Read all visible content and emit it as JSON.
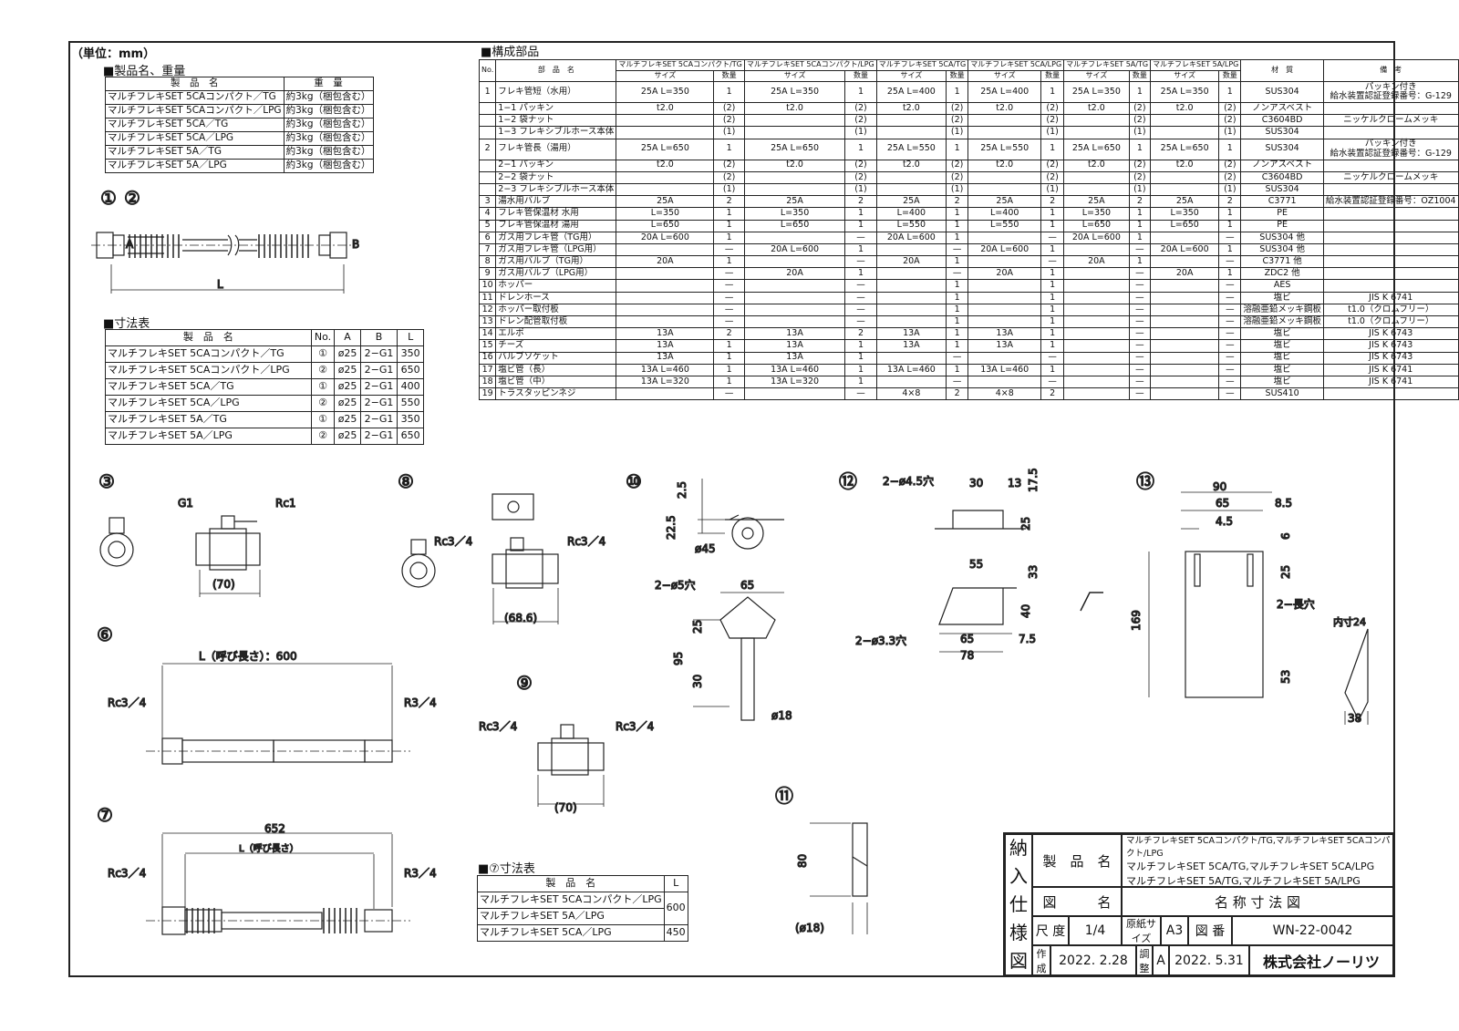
{
  "unit": "（単位：mm）",
  "weight_section": {
    "title": "■製品名、重量",
    "headers": [
      "製　品　名",
      "重　量"
    ],
    "rows": [
      [
        "マルチフレキSET 5CAコンパクト／TG",
        "約3kg（梱包含む）"
      ],
      [
        "マルチフレキSET 5CAコンパクト／LPG",
        "約3kg（梱包含む）"
      ],
      [
        "マルチフレキSET 5CA／TG",
        "約3kg（梱包含む）"
      ],
      [
        "マルチフレキSET 5CA／LPG",
        "約3kg（梱包含む）"
      ],
      [
        "マルチフレキSET 5A／TG",
        "約3kg（梱包含む）"
      ],
      [
        "マルチフレキSET 5A／LPG",
        "約3kg（梱包含む）"
      ]
    ]
  },
  "dim_section": {
    "title": "■寸法表",
    "headers": [
      "製　品　名",
      "No.",
      "A",
      "B",
      "L"
    ],
    "rows": [
      [
        "マルチフレキSET 5CAコンパクト／TG",
        "①",
        "ø25",
        "2−G1",
        "350"
      ],
      [
        "マルチフレキSET 5CAコンパクト／LPG",
        "②",
        "ø25",
        "2−G1",
        "650"
      ],
      [
        "マルチフレキSET 5CA／TG",
        "①",
        "ø25",
        "2−G1",
        "400"
      ],
      [
        "マルチフレキSET 5CA／LPG",
        "②",
        "ø25",
        "2−G1",
        "550"
      ],
      [
        "マルチフレキSET 5A／TG",
        "①",
        "ø25",
        "2−G1",
        "350"
      ],
      [
        "マルチフレキSET 5A／LPG",
        "②",
        "ø25",
        "2−G1",
        "650"
      ]
    ]
  },
  "parts_section": {
    "title": "■構成部品",
    "col_no": "No.",
    "col_name": "部　品　名",
    "col_size": "サイズ",
    "col_qty": "数量",
    "col_material": "材　質",
    "col_note": "備　考",
    "products": [
      "マルチフレキSET 5CAコンパクト/TG",
      "マルチフレキSET 5CAコンパクト/LPG",
      "マルチフレキSET 5CA/TG",
      "マルチフレキSET 5CA/LPG",
      "マルチフレキSET 5A/TG",
      "マルチフレキSET 5A/LPG"
    ],
    "rows": [
      {
        "no": "1",
        "name": "フレキ管短（水用）",
        "tall": true,
        "cells": [
          [
            "25A L=350",
            "1"
          ],
          [
            "25A L=350",
            "1"
          ],
          [
            "25A L=400",
            "1"
          ],
          [
            "25A L=400",
            "1"
          ],
          [
            "25A L=350",
            "1"
          ],
          [
            "25A L=350",
            "1"
          ]
        ],
        "material": "SUS304",
        "note": "パッキン付き\n給水装置認証登録番号：G-129"
      },
      {
        "no": "",
        "name": "1−1 パッキン",
        "cells": [
          [
            "t2.0",
            "(2)"
          ],
          [
            "t2.0",
            "(2)"
          ],
          [
            "t2.0",
            "(2)"
          ],
          [
            "t2.0",
            "(2)"
          ],
          [
            "t2.0",
            "(2)"
          ],
          [
            "t2.0",
            "(2)"
          ]
        ],
        "material": "ノンアスベスト",
        "note": ""
      },
      {
        "no": "",
        "name": "1−2 袋ナット",
        "cells": [
          [
            "",
            "(2)"
          ],
          [
            "",
            "(2)"
          ],
          [
            "",
            "(2)"
          ],
          [
            "",
            "(2)"
          ],
          [
            "",
            "(2)"
          ],
          [
            "",
            "(2)"
          ]
        ],
        "material": "C3604BD",
        "note": "ニッケルクロームメッキ"
      },
      {
        "no": "",
        "name": "1−3 フレキシブルホース本体",
        "cells": [
          [
            "",
            "(1)"
          ],
          [
            "",
            "(1)"
          ],
          [
            "",
            "(1)"
          ],
          [
            "",
            "(1)"
          ],
          [
            "",
            "(1)"
          ],
          [
            "",
            "(1)"
          ]
        ],
        "material": "SUS304",
        "note": ""
      },
      {
        "no": "2",
        "name": "フレキ管長（湯用）",
        "tall": true,
        "cells": [
          [
            "25A L=650",
            "1"
          ],
          [
            "25A L=650",
            "1"
          ],
          [
            "25A L=550",
            "1"
          ],
          [
            "25A L=550",
            "1"
          ],
          [
            "25A L=650",
            "1"
          ],
          [
            "25A L=650",
            "1"
          ]
        ],
        "material": "SUS304",
        "note": "パッキン付き\n給水装置認証登録番号：G-129"
      },
      {
        "no": "",
        "name": "2−1 パッキン",
        "cells": [
          [
            "t2.0",
            "(2)"
          ],
          [
            "t2.0",
            "(2)"
          ],
          [
            "t2.0",
            "(2)"
          ],
          [
            "t2.0",
            "(2)"
          ],
          [
            "t2.0",
            "(2)"
          ],
          [
            "t2.0",
            "(2)"
          ]
        ],
        "material": "ノンアスベスト",
        "note": ""
      },
      {
        "no": "",
        "name": "2−2 袋ナット",
        "cells": [
          [
            "",
            "(2)"
          ],
          [
            "",
            "(2)"
          ],
          [
            "",
            "(2)"
          ],
          [
            "",
            "(2)"
          ],
          [
            "",
            "(2)"
          ],
          [
            "",
            "(2)"
          ]
        ],
        "material": "C3604BD",
        "note": "ニッケルクロームメッキ"
      },
      {
        "no": "",
        "name": "2−3 フレキシブルホース本体",
        "cells": [
          [
            "",
            "(1)"
          ],
          [
            "",
            "(1)"
          ],
          [
            "",
            "(1)"
          ],
          [
            "",
            "(1)"
          ],
          [
            "",
            "(1)"
          ],
          [
            "",
            "(1)"
          ]
        ],
        "material": "SUS304",
        "note": ""
      },
      {
        "no": "3",
        "name": "湯水用バルブ",
        "cells": [
          [
            "25A",
            "2"
          ],
          [
            "25A",
            "2"
          ],
          [
            "25A",
            "2"
          ],
          [
            "25A",
            "2"
          ],
          [
            "25A",
            "2"
          ],
          [
            "25A",
            "2"
          ]
        ],
        "material": "C3771",
        "note": "給水装置認証登録番号：OZ1004"
      },
      {
        "no": "4",
        "name": "フレキ管保温材 水用",
        "cells": [
          [
            "L=350",
            "1"
          ],
          [
            "L=350",
            "1"
          ],
          [
            "L=400",
            "1"
          ],
          [
            "L=400",
            "1"
          ],
          [
            "L=350",
            "1"
          ],
          [
            "L=350",
            "1"
          ]
        ],
        "material": "PE",
        "note": ""
      },
      {
        "no": "5",
        "name": "フレキ管保温材 湯用",
        "cells": [
          [
            "L=650",
            "1"
          ],
          [
            "L=650",
            "1"
          ],
          [
            "L=550",
            "1"
          ],
          [
            "L=550",
            "1"
          ],
          [
            "L=650",
            "1"
          ],
          [
            "L=650",
            "1"
          ]
        ],
        "material": "PE",
        "note": ""
      },
      {
        "no": "6",
        "name": "ガス用フレキ管（TG用）",
        "cells": [
          [
            "20A L=600",
            "1"
          ],
          [
            "",
            "—"
          ],
          [
            "20A L=600",
            "1"
          ],
          [
            "",
            "—"
          ],
          [
            "20A L=600",
            "1"
          ],
          [
            "",
            "—"
          ]
        ],
        "material": "SUS304 他",
        "note": ""
      },
      {
        "no": "7",
        "name": "ガス用フレキ管（LPG用）",
        "cells": [
          [
            "",
            "—"
          ],
          [
            "20A L=600",
            "1"
          ],
          [
            "",
            "—"
          ],
          [
            "20A L=600",
            "1"
          ],
          [
            "",
            "—"
          ],
          [
            "20A L=600",
            "1"
          ]
        ],
        "material": "SUS304 他",
        "note": ""
      },
      {
        "no": "8",
        "name": "ガス用バルブ（TG用）",
        "cells": [
          [
            "20A",
            "1"
          ],
          [
            "",
            "—"
          ],
          [
            "20A",
            "1"
          ],
          [
            "",
            "—"
          ],
          [
            "20A",
            "1"
          ],
          [
            "",
            "—"
          ]
        ],
        "material": "C3771 他",
        "note": ""
      },
      {
        "no": "9",
        "name": "ガス用バルブ（LPG用）",
        "cells": [
          [
            "",
            "—"
          ],
          [
            "20A",
            "1"
          ],
          [
            "",
            "—"
          ],
          [
            "20A",
            "1"
          ],
          [
            "",
            "—"
          ],
          [
            "20A",
            "1"
          ]
        ],
        "material": "ZDC2 他",
        "note": ""
      },
      {
        "no": "10",
        "name": "ホッパー",
        "cells": [
          [
            "",
            "—"
          ],
          [
            "",
            "—"
          ],
          [
            "",
            "1"
          ],
          [
            "",
            "1"
          ],
          [
            "",
            "—"
          ],
          [
            "",
            "—"
          ]
        ],
        "material": "AES",
        "note": ""
      },
      {
        "no": "11",
        "name": "ドレンホース",
        "cells": [
          [
            "",
            "—"
          ],
          [
            "",
            "—"
          ],
          [
            "",
            "1"
          ],
          [
            "",
            "1"
          ],
          [
            "",
            "—"
          ],
          [
            "",
            "—"
          ]
        ],
        "material": "塩ビ",
        "note": "JIS K 6741"
      },
      {
        "no": "12",
        "name": "ホッパー取付板",
        "cells": [
          [
            "",
            "—"
          ],
          [
            "",
            "—"
          ],
          [
            "",
            "1"
          ],
          [
            "",
            "1"
          ],
          [
            "",
            "—"
          ],
          [
            "",
            "—"
          ]
        ],
        "material": "溶融亜鉛メッキ鋼板",
        "note": "t1.0（クロムフリー）"
      },
      {
        "no": "13",
        "name": "ドレン配管取付板",
        "cells": [
          [
            "",
            "—"
          ],
          [
            "",
            "—"
          ],
          [
            "",
            "1"
          ],
          [
            "",
            "1"
          ],
          [
            "",
            "—"
          ],
          [
            "",
            "—"
          ]
        ],
        "material": "溶融亜鉛メッキ鋼板",
        "note": "t1.0（クロムフリー）"
      },
      {
        "no": "14",
        "name": "エルボ",
        "cells": [
          [
            "13A",
            "2"
          ],
          [
            "13A",
            "2"
          ],
          [
            "13A",
            "1"
          ],
          [
            "13A",
            "1"
          ],
          [
            "",
            "—"
          ],
          [
            "",
            "—"
          ]
        ],
        "material": "塩ビ",
        "note": "JIS K 6743"
      },
      {
        "no": "15",
        "name": "チーズ",
        "cells": [
          [
            "13A",
            "1"
          ],
          [
            "13A",
            "1"
          ],
          [
            "13A",
            "1"
          ],
          [
            "13A",
            "1"
          ],
          [
            "",
            "—"
          ],
          [
            "",
            "—"
          ]
        ],
        "material": "塩ビ",
        "note": "JIS K 6743"
      },
      {
        "no": "16",
        "name": "バルブソケット",
        "cells": [
          [
            "13A",
            "1"
          ],
          [
            "13A",
            "1"
          ],
          [
            "",
            "—"
          ],
          [
            "",
            "—"
          ],
          [
            "",
            "—"
          ],
          [
            "",
            "—"
          ]
        ],
        "material": "塩ビ",
        "note": "JIS K 6743"
      },
      {
        "no": "17",
        "name": "塩ビ管（長）",
        "cells": [
          [
            "13A L=460",
            "1"
          ],
          [
            "13A L=460",
            "1"
          ],
          [
            "13A L=460",
            "1"
          ],
          [
            "13A L=460",
            "1"
          ],
          [
            "",
            "—"
          ],
          [
            "",
            "—"
          ]
        ],
        "material": "塩ビ",
        "note": "JIS K 6741"
      },
      {
        "no": "18",
        "name": "塩ビ管（中）",
        "cells": [
          [
            "13A L=320",
            "1"
          ],
          [
            "13A L=320",
            "1"
          ],
          [
            "",
            "—"
          ],
          [
            "",
            "—"
          ],
          [
            "",
            "—"
          ],
          [
            "",
            "—"
          ]
        ],
        "material": "塩ビ",
        "note": "JIS K 6741"
      },
      {
        "no": "19",
        "name": "トラスタッピンネジ",
        "cells": [
          [
            "",
            "—"
          ],
          [
            "",
            "—"
          ],
          [
            "4×8",
            "2"
          ],
          [
            "4×8",
            "2"
          ],
          [
            "",
            "—"
          ],
          [
            "",
            "—"
          ]
        ],
        "material": "SUS410",
        "note": ""
      }
    ]
  },
  "l7_section": {
    "title": "■⑦寸法表",
    "headers": [
      "製　品　名",
      "L"
    ],
    "rows": [
      "マルチフレキSET 5CAコンパクト／LPG",
      "マルチフレキSET 5A／LPG",
      "マルチフレキSET 5CA／LPG"
    ],
    "values": [
      "600",
      "450"
    ]
  },
  "drawings": {
    "d12": {
      "n1": "①",
      "n2": "②",
      "a": "A",
      "b": "B",
      "l": "L"
    },
    "d3": {
      "n": "③",
      "g1": "G1",
      "rc1": "Rc1",
      "w": "(70)"
    },
    "d8": {
      "n": "⑧",
      "rc_l": "Rc3／4",
      "rc_r": "Rc3／4",
      "w": "(68.6)"
    },
    "d10": {
      "n": "⑩",
      "h1": "2.5",
      "h2": "22.5",
      "dia": "ø45",
      "holes": "2−ø5穴",
      "w": "65",
      "v1": "25",
      "v2": "95",
      "v3": "30",
      "d18": "ø18"
    },
    "d12b": {
      "n": "⑫",
      "holes1": "2−ø4.5穴",
      "w30": "30",
      "w13": "13",
      "h175": "17.5",
      "h25": "25",
      "w55": "55",
      "h33": "33",
      "h40": "40",
      "holes2": "2−ø3.3穴",
      "w65": "65",
      "w75": "7.5",
      "w78": "78"
    },
    "d13": {
      "n": "⑬",
      "w90": "90",
      "w65": "65",
      "w85": "8.5",
      "w45": "4.5",
      "h6": "6",
      "h25": "25",
      "slot": "2−長穴",
      "h169": "169",
      "inner": "内寸24",
      "h53": "53",
      "w38": "38"
    },
    "d6": {
      "n": "⑥",
      "len": "L（呼び長さ）：600",
      "rc": "Rc3／4",
      "r": "R3／4"
    },
    "d9": {
      "n": "⑨",
      "rc_l": "Rc3／4",
      "rc_r": "Rc3／4",
      "w": "(70)"
    },
    "d7": {
      "n": "⑦",
      "total": "652",
      "len": "L（呼び長さ）",
      "rc": "Rc3／4",
      "r": "R3／4"
    },
    "d11": {
      "n": "⑪",
      "h": "80",
      "d": "(ø18)"
    }
  },
  "title_block": {
    "side": [
      "納",
      "入",
      "仕",
      "様",
      "図"
    ],
    "product_label": "製　品　名",
    "products": [
      "マルチフレキSET 5CAコンパクト/TG,マルチフレキSET 5CAコンパクト/LPG",
      "マルチフレキSET 5CA/TG,マルチフレキSET 5CA/LPG",
      "マルチフレキSET 5A/TG,マルチフレキSET 5A/LPG"
    ],
    "drawing_label": "図　　　名",
    "drawing_name": "名 称 寸 法 図",
    "scale_label": "尺 度",
    "scale": "1/4",
    "paper_label": "原紙サイズ",
    "paper": "A3",
    "number_label": "図 番",
    "number": "WN-22-0042",
    "created_label": "作成",
    "created": "2022. 2.28",
    "revised_label": "調整",
    "revision": "A",
    "revised": "2022. 5.31",
    "company": "株式会社ノーリツ"
  }
}
